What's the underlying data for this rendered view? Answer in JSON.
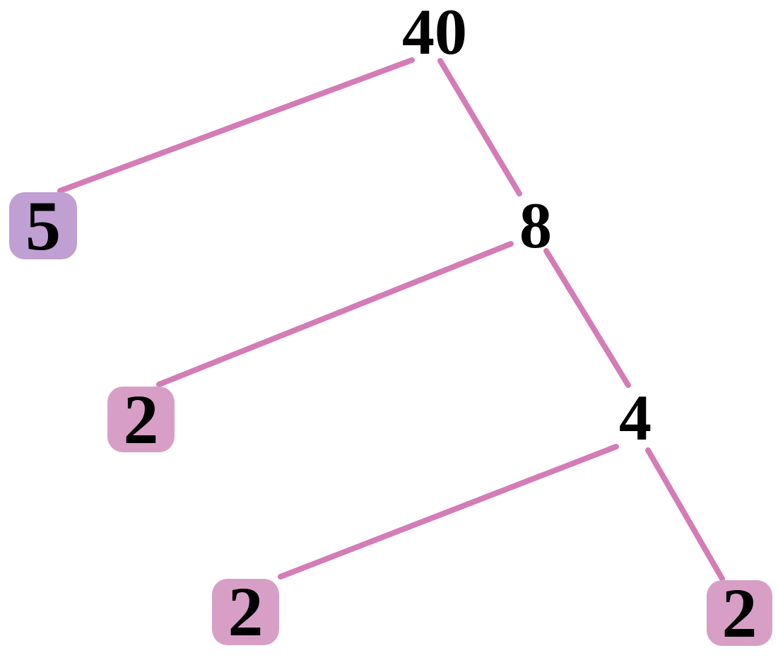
{
  "diagram": {
    "type": "factor-tree",
    "root_value": "40",
    "nodes": [
      {
        "id": "40",
        "value": "40",
        "boxed": false
      },
      {
        "id": "5",
        "value": "5",
        "boxed": true,
        "box_color": "#c0a0d2"
      },
      {
        "id": "8",
        "value": "8",
        "boxed": false
      },
      {
        "id": "2-middle",
        "value": "2",
        "boxed": true,
        "box_color": "#d89fc6"
      },
      {
        "id": "4",
        "value": "4",
        "boxed": false
      },
      {
        "id": "2-bottom-left",
        "value": "2",
        "boxed": true,
        "box_color": "#d89fc6"
      },
      {
        "id": "2-bottom-right",
        "value": "2",
        "boxed": true,
        "box_color": "#d89fc6"
      }
    ],
    "edges": [
      {
        "from": "40",
        "to": "5"
      },
      {
        "from": "40",
        "to": "8"
      },
      {
        "from": "8",
        "to": "2-middle"
      },
      {
        "from": "8",
        "to": "4"
      },
      {
        "from": "4",
        "to": "2-bottom-left"
      },
      {
        "from": "4",
        "to": "2-bottom-right"
      }
    ]
  },
  "colors": {
    "edge": "#d47cb6",
    "box-pink": "#d89fc6",
    "box-purple": "#c0a0d2",
    "text": "#000000",
    "background": "#ffffff"
  }
}
